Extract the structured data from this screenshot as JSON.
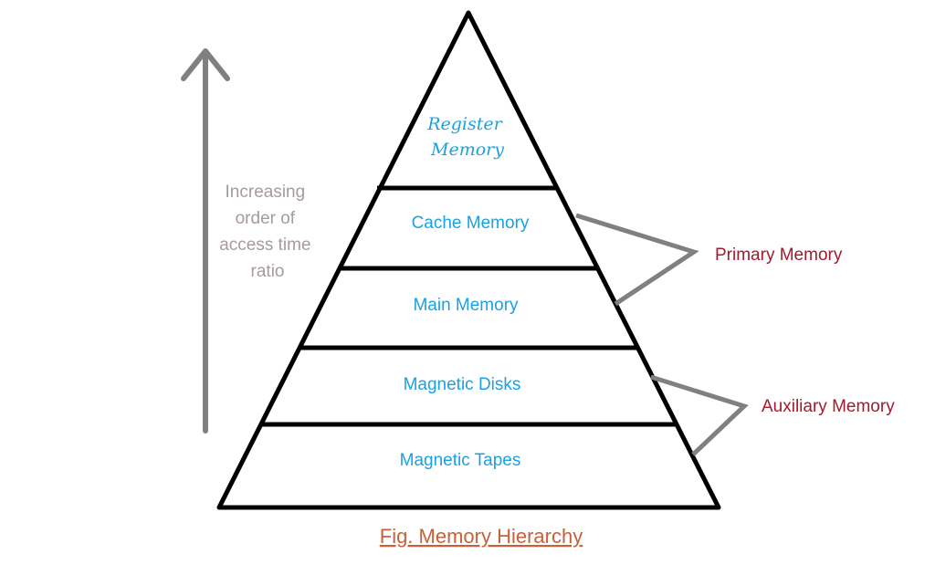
{
  "levels": [
    {
      "label_lines": [
        "Register",
        "Memory"
      ]
    },
    {
      "label_lines": [
        "Cache Memory"
      ]
    },
    {
      "label_lines": [
        "Main Memory"
      ]
    },
    {
      "label_lines": [
        "Magnetic Disks"
      ]
    },
    {
      "label_lines": [
        "Magnetic Tapes"
      ]
    }
  ],
  "groups": {
    "primary": {
      "label": "Primary Memory"
    },
    "auxiliary": {
      "label": "Auxiliary Memory"
    }
  },
  "axis": {
    "label_lines": [
      "Increasing",
      "order of",
      "access time",
      "ratio"
    ]
  },
  "caption": "Fig. Memory Hierarchy",
  "colors": {
    "level_text": "#1ba1e2",
    "group_text": "#a01c2c",
    "axis_text": "#a79a9c",
    "caption": "#c8603a",
    "arrow": "#808080",
    "bracket": "#808080",
    "outline": "#000000"
  }
}
